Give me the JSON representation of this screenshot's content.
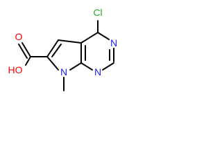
{
  "molecule": {
    "atoms": {
      "chlorine": "Cl",
      "hydroxyl": "HO",
      "carbonyl_oxygen": "O",
      "pyrimidine_n_top": "N",
      "pyrimidine_n_bottom": "N",
      "pyrrole_n": "N"
    }
  },
  "colors": {
    "chlorine": "#22aa22",
    "oxygen": "#ff0000",
    "nitrogen": "#2020ff",
    "bond": "#000000"
  }
}
